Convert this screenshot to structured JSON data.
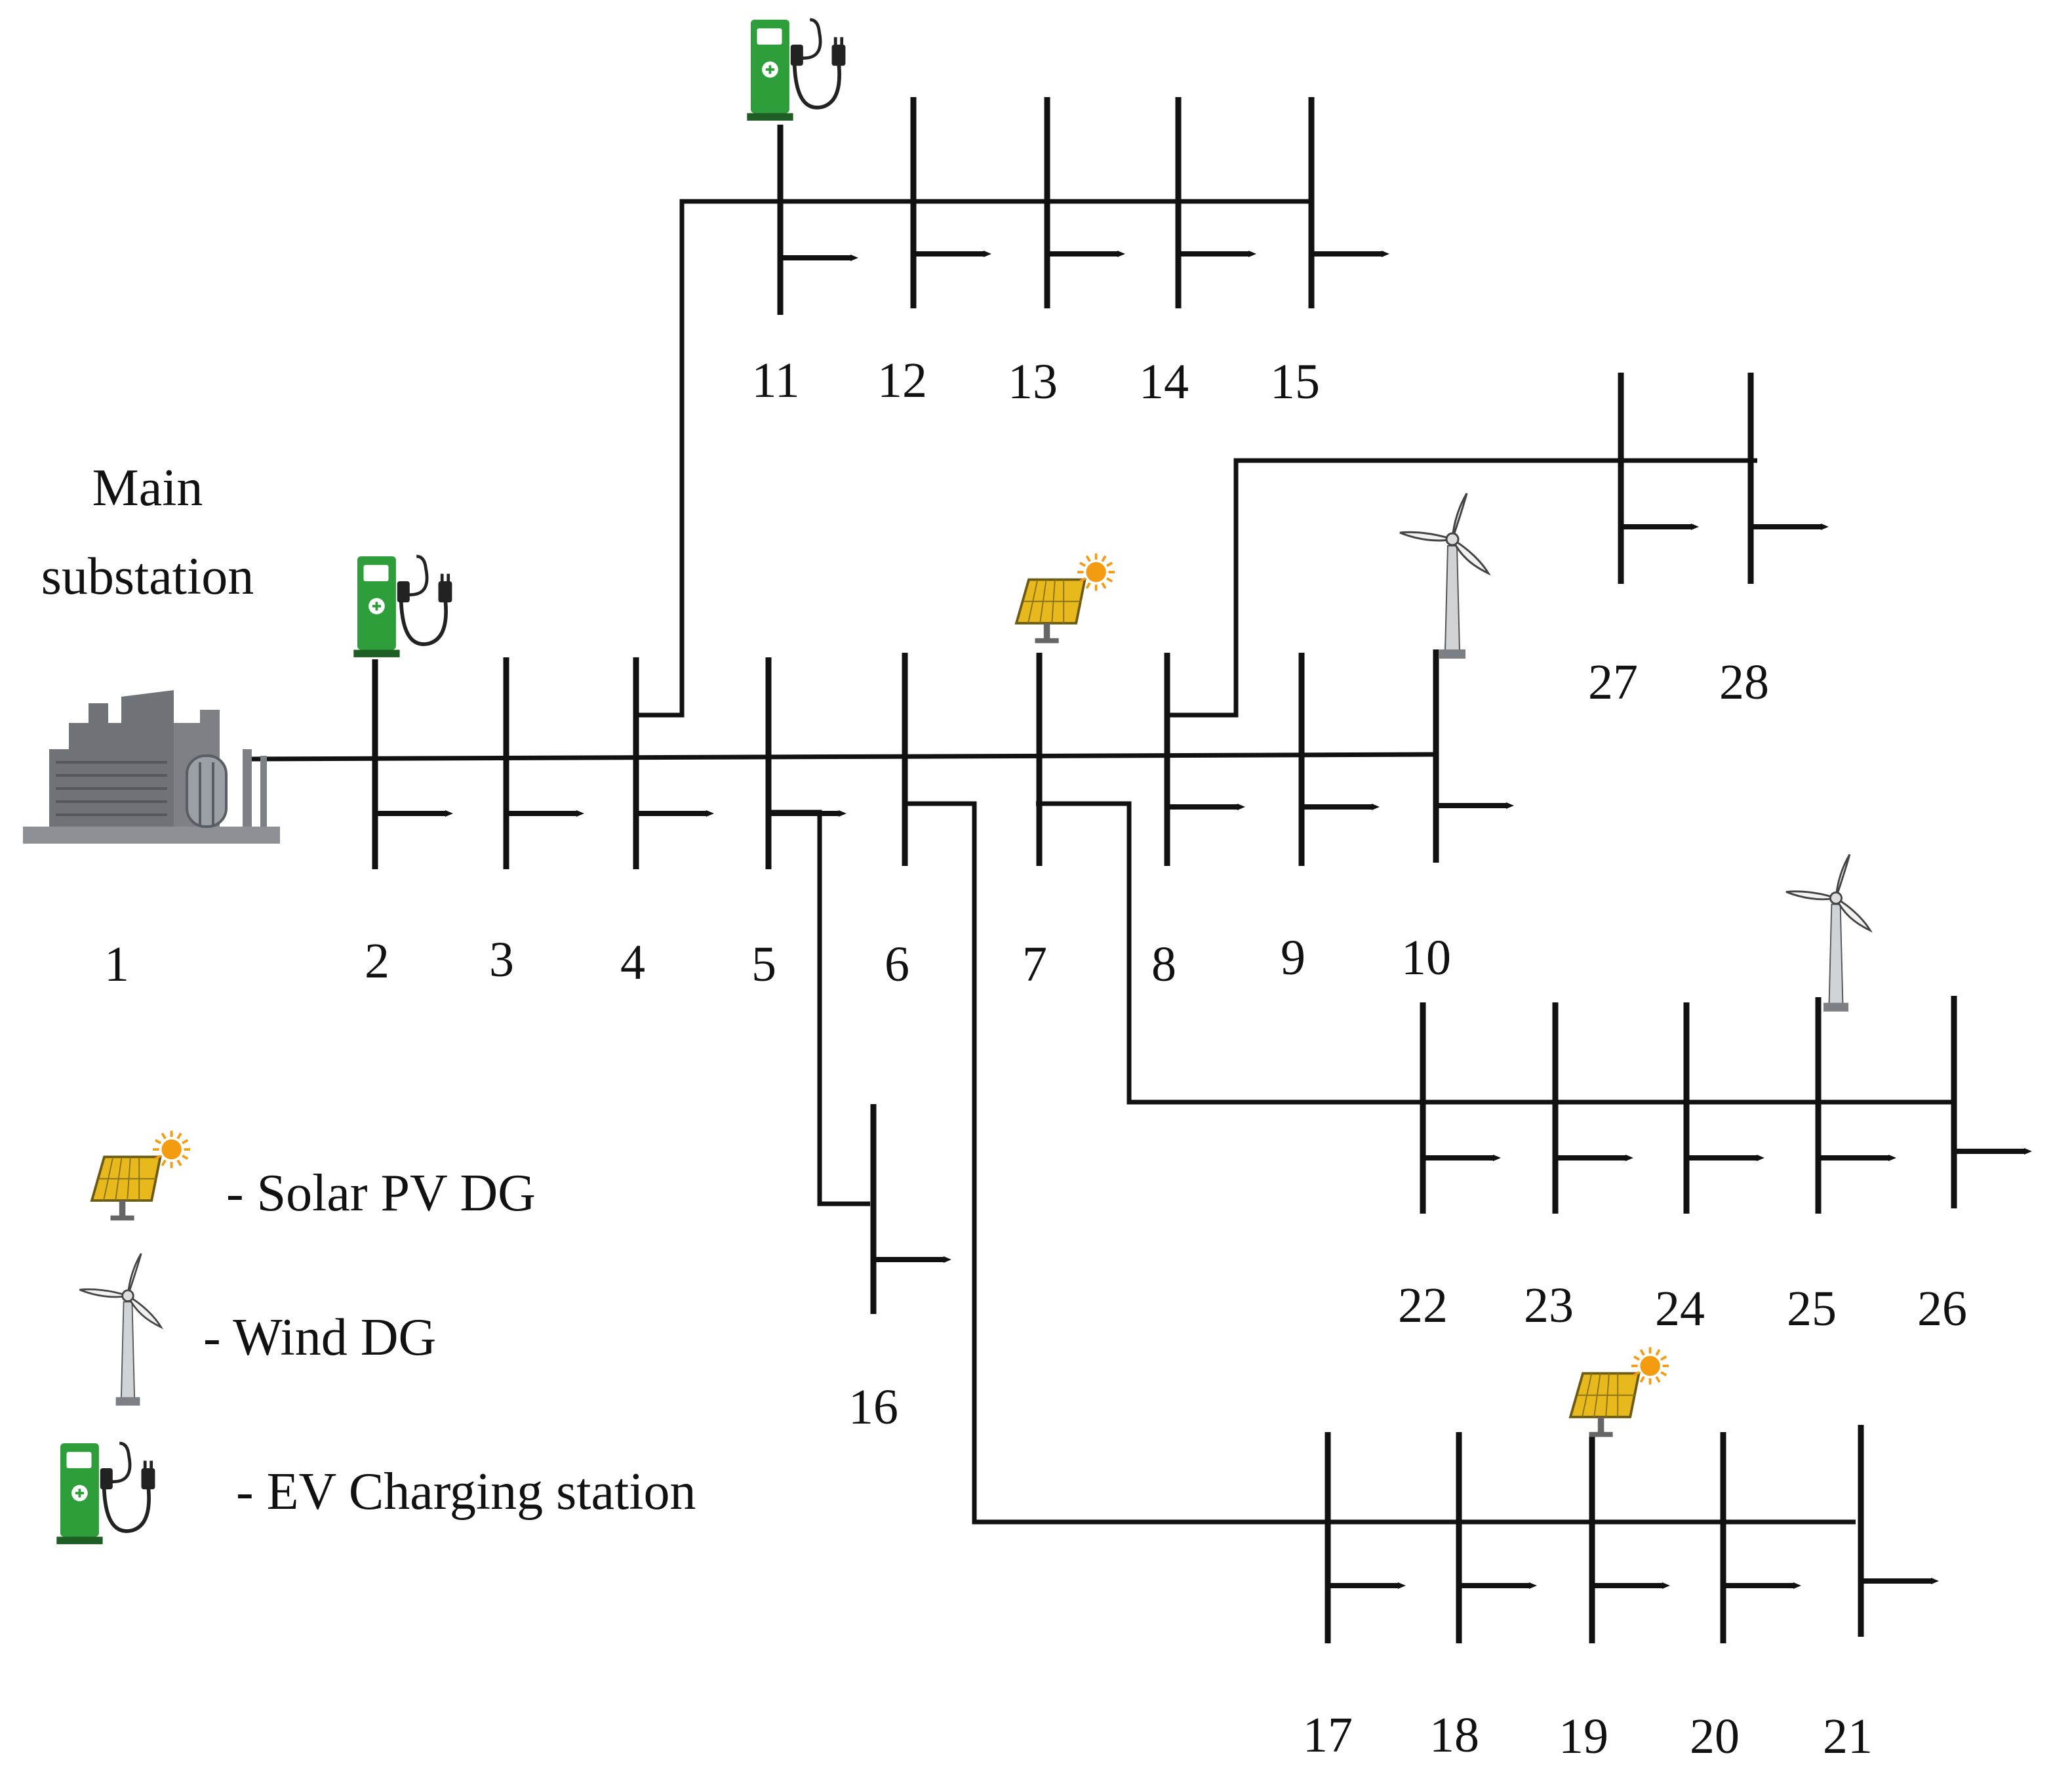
{
  "title": {
    "line1": "Main",
    "line2": "substation"
  },
  "buses": [
    "1",
    "2",
    "3",
    "4",
    "5",
    "6",
    "7",
    "8",
    "9",
    "10",
    "11",
    "12",
    "13",
    "14",
    "15",
    "16",
    "17",
    "18",
    "19",
    "20",
    "21",
    "22",
    "23",
    "24",
    "25",
    "26",
    "27",
    "28"
  ],
  "legend": {
    "solar": "- Solar PV DG",
    "wind": "- Wind DG",
    "ev": "- EV Charging station"
  },
  "icons": {
    "substation": "substation-building-icon",
    "solar": "solar-panel-icon",
    "wind": "wind-turbine-icon",
    "ev": "ev-charger-icon"
  },
  "colors": {
    "line": "#111111",
    "ev_green": "#2e9e3a",
    "solar_panel": "#e8b91c",
    "sun": "#f39c12",
    "building": "#6f7378"
  }
}
